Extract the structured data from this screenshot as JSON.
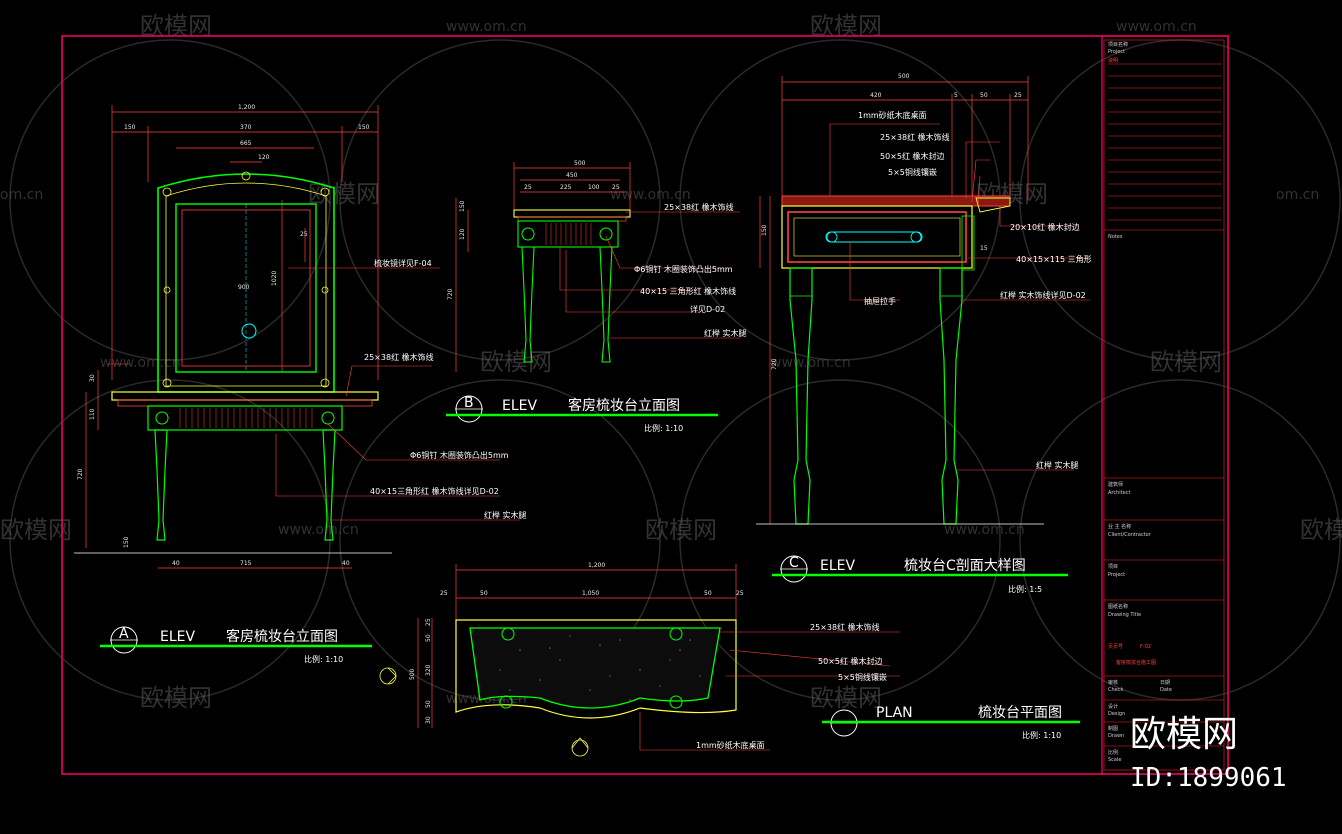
{
  "watermarks": {
    "brand": "欧模网",
    "site": "www.om.cn",
    "site_partial": "om.cn"
  },
  "view_a": {
    "letter": "A",
    "type": "ELEV",
    "title": "客房梳妆台立面图",
    "scale": "比例:   1:10",
    "dims": {
      "overall": "1,200",
      "left_margin": "150",
      "center": "370",
      "right_margin": "150",
      "mirror_top": "665",
      "crown": "120",
      "mirror_w": "900",
      "mirror_h": "1020",
      "offset": "25",
      "foot_l": "40",
      "span": "715",
      "foot_r": "40",
      "h1": "720",
      "h2": "30",
      "h3": "110",
      "h4": "150"
    },
    "notes": [
      "梳妆镜详见F-04",
      "25×38红 橡木饰线",
      "Φ6铜钉 木圈装饰凸出5mm",
      "40×15三角形红 橡木饰线详见D-02",
      "红榉 实木腿"
    ]
  },
  "view_b": {
    "letter": "B",
    "type": "ELEV",
    "title": "客房梳妆台立面图",
    "scale": "比例:   1:10",
    "dims": {
      "overall": "500",
      "inner": "450",
      "d1": "25",
      "d2": "225",
      "d3": "100",
      "d4": "25",
      "h1": "120",
      "h2": "150",
      "h3": "720"
    },
    "notes": [
      "25×38红 橡木饰线",
      "Φ6铜钉 木圈装饰凸出5mm",
      "40×15 三角形红 橡木饰线",
      "详见D-02",
      "红榉 实木腿"
    ]
  },
  "view_c": {
    "letter": "C",
    "type": "ELEV",
    "title": "梳妆台C剖面大样图",
    "scale": "比例:   1:5",
    "dims": {
      "overall": "500",
      "d1": "420",
      "d2": "5",
      "d3": "50",
      "d4": "25",
      "h1": "150",
      "h2": "720",
      "d5": "15"
    },
    "notes": [
      "1mm砂纸木底桌面",
      "25×38红 橡木饰线",
      "50×5红 橡木封边",
      "5×5铜线镶嵌",
      "20×10红 橡木封边",
      "抽屉拉手",
      "40×15×115 三角形",
      "红榉 实木饰线详见D-02",
      "红榉 实木腿"
    ]
  },
  "view_plan": {
    "letter": "",
    "type": "PLAN",
    "title": "梳妆台平面图",
    "scale": "比例:   1:10",
    "dims": {
      "overall": "1,200",
      "inner": "1,050",
      "m1": "25",
      "m2": "50",
      "m3": "50",
      "m4": "25",
      "d1": "25",
      "d2": "50",
      "d3": "320",
      "d4": "50",
      "d5": "30",
      "depth": "500"
    },
    "notes": [
      "25×38红 橡木饰线",
      "50×5红 橡木封边",
      "5×5铜线镶嵌",
      "1mm砂纸木底桌面"
    ]
  },
  "title_block": {
    "lines": [
      "项目名称",
      "Project",
      "说明",
      "Notes",
      "建筑师",
      "Architect",
      "业 主 名称",
      "Client/Contractor",
      "项目",
      "Project",
      "图纸名称",
      "Drawing Title"
    ],
    "sheet_no": "F-02",
    "sheet_label": "页页号",
    "drawing_name": "客房梳妆台施工图",
    "footer": [
      "审核",
      "Check",
      "设计",
      "Design",
      "日期",
      "Date",
      "制图",
      "Drawn",
      "比例",
      "Scale"
    ]
  },
  "brand_mark": {
    "name": "欧模网",
    "id": "ID:1899061"
  },
  "colors": {
    "bg": "#000000",
    "frame": "#ff0066",
    "green": "#00ff00",
    "red": "#ff2020",
    "yellow": "#ffff40",
    "cyan": "#00ffff",
    "white": "#ffffff",
    "magenta": "#ff00ff"
  }
}
